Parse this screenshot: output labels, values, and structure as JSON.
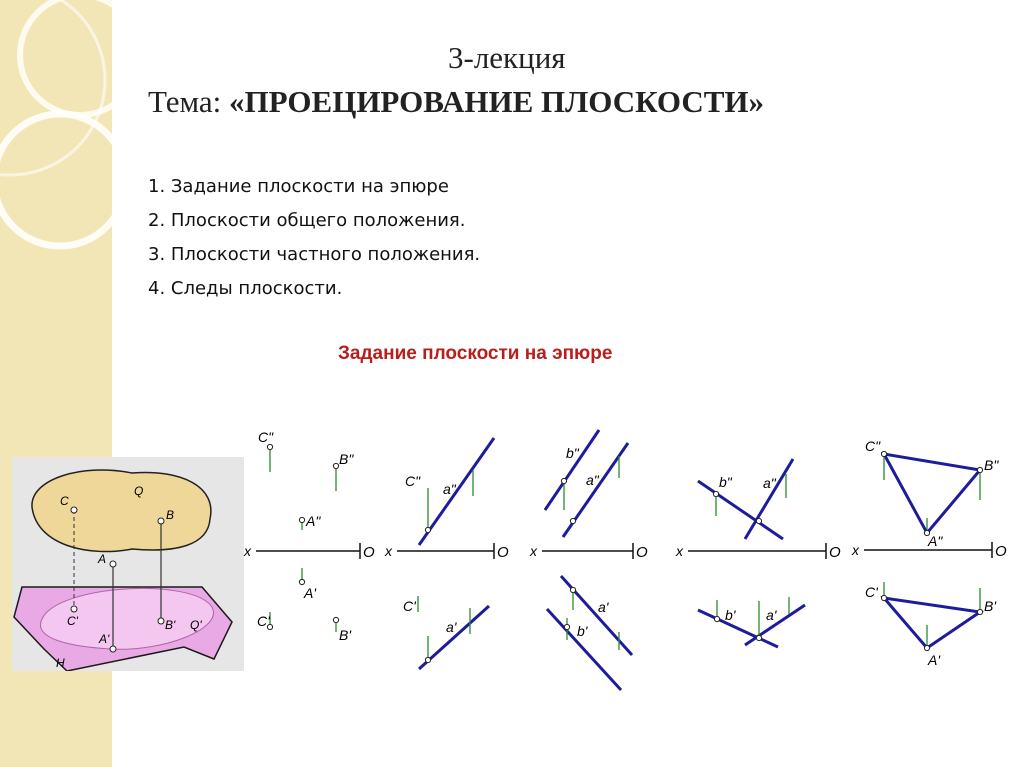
{
  "slide": {
    "title": "3-лекция",
    "subtitle_prefix": "Тема: ",
    "subtitle_topic": "«ПРОЕЦИРОВАНИЕ ПЛОСКОСТИ»",
    "toc": [
      "1. Задание плоскости на эпюре",
      "2. Плоскости общего положения.",
      "3. Плоскости частного  положения.",
      "4. Следы плоскости."
    ],
    "section_heading": "Задание плоскости на эпюре"
  },
  "figure_3d": {
    "labels": {
      "q": "Q",
      "c": "C",
      "b": "B",
      "a": "A",
      "c1": "C'",
      "b1": "B'",
      "a1": "A'",
      "q1": "Q'",
      "h": "H"
    }
  },
  "epures": {
    "axis_x": "x",
    "axis_o": "O",
    "colors": {
      "line": "#1c1c9c",
      "axis": "#111111",
      "projection_link": "#2a8c2a"
    },
    "d1": {
      "c2": "C\"",
      "b2": "B\"",
      "a2": "A\"",
      "a1": "A'",
      "c1": "C'",
      "b1": "B'"
    },
    "d2": {
      "c2": "C\"",
      "a2": "a\"",
      "c1": "C'",
      "a1": "a'"
    },
    "d3": {
      "b2": "b\"",
      "a2": "a\"",
      "a1": "a'",
      "b1": "b'"
    },
    "d4": {
      "b2": "b\"",
      "a2": "a\"",
      "b1": "b'",
      "a1": "a'"
    },
    "d5": {
      "c2": "C\"",
      "b2": "B\"",
      "a2": "A\"",
      "c1": "C'",
      "b1": "B'",
      "a1": "A'"
    }
  }
}
